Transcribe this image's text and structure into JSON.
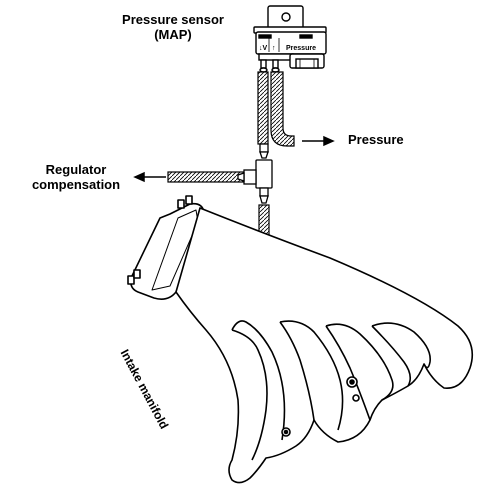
{
  "labels": {
    "sensor_line1": "Pressure sensor",
    "sensor_line2": "(MAP)",
    "pressure_out": "Pressure",
    "regulator_line1": "Regulator",
    "regulator_line2": "compensation",
    "manifold": "Intake manifold"
  },
  "sensor_face": {
    "vacuum_mark": "↓V",
    "pressure_mark": "↑",
    "pressure_text": "Pressure"
  }
}
